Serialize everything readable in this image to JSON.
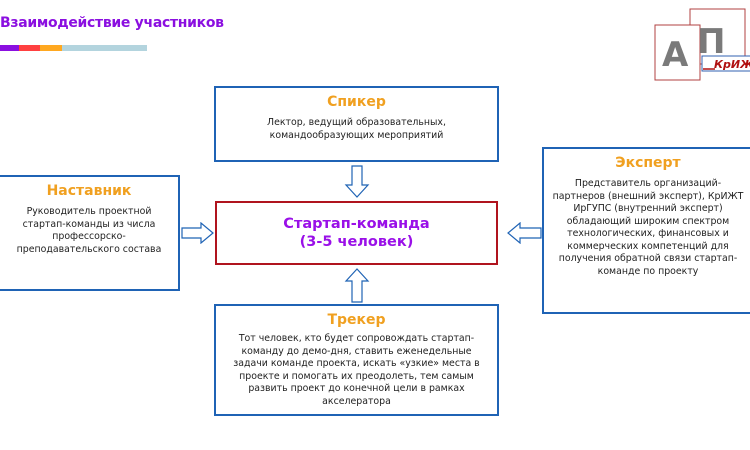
{
  "slide": {
    "title": "Взаимодействие участников",
    "stripe_colors": [
      "#8b0fe0",
      "#ff4040",
      "#ffa820",
      "#b3d4de"
    ]
  },
  "logo": {
    "letters": [
      "А",
      "П"
    ],
    "banner_text": "КрИЖТ"
  },
  "diagram": {
    "center": {
      "line1": "Стартап-команда",
      "line2": "(3-5 человек)"
    },
    "speaker": {
      "title": "Спикер",
      "description": "Лектор, ведущий образовательных, командообразующих мероприятий"
    },
    "mentor": {
      "title": "Наставник",
      "description": "Руководитель проектной стартап-команды из числа профессорско-преподавательского состава"
    },
    "expert": {
      "title": "Эксперт",
      "description": "Представитель организаций-партнеров (внешний эксперт), КрИЖТ ИрГУПС (внутренний эксперт) обладающий широким спектром технологических, финансовых и коммерческих компетенций для получения обратной связи стартап-команде по проекту"
    },
    "tracker": {
      "title": "Трекер",
      "description": "Тот человек, кто будет сопровождать стартап-команду до демо-дня, ставить еженедельные задачи команде проекта, искать «узкие» места в проекте и помогать их преодолеть, тем самым развить проект до конечной цели в рамках акселератора"
    },
    "colors": {
      "role_title": "#f0a020",
      "role_border": "#1f63b5",
      "center_border": "#b0141e",
      "center_text": "#9a10e8"
    }
  }
}
